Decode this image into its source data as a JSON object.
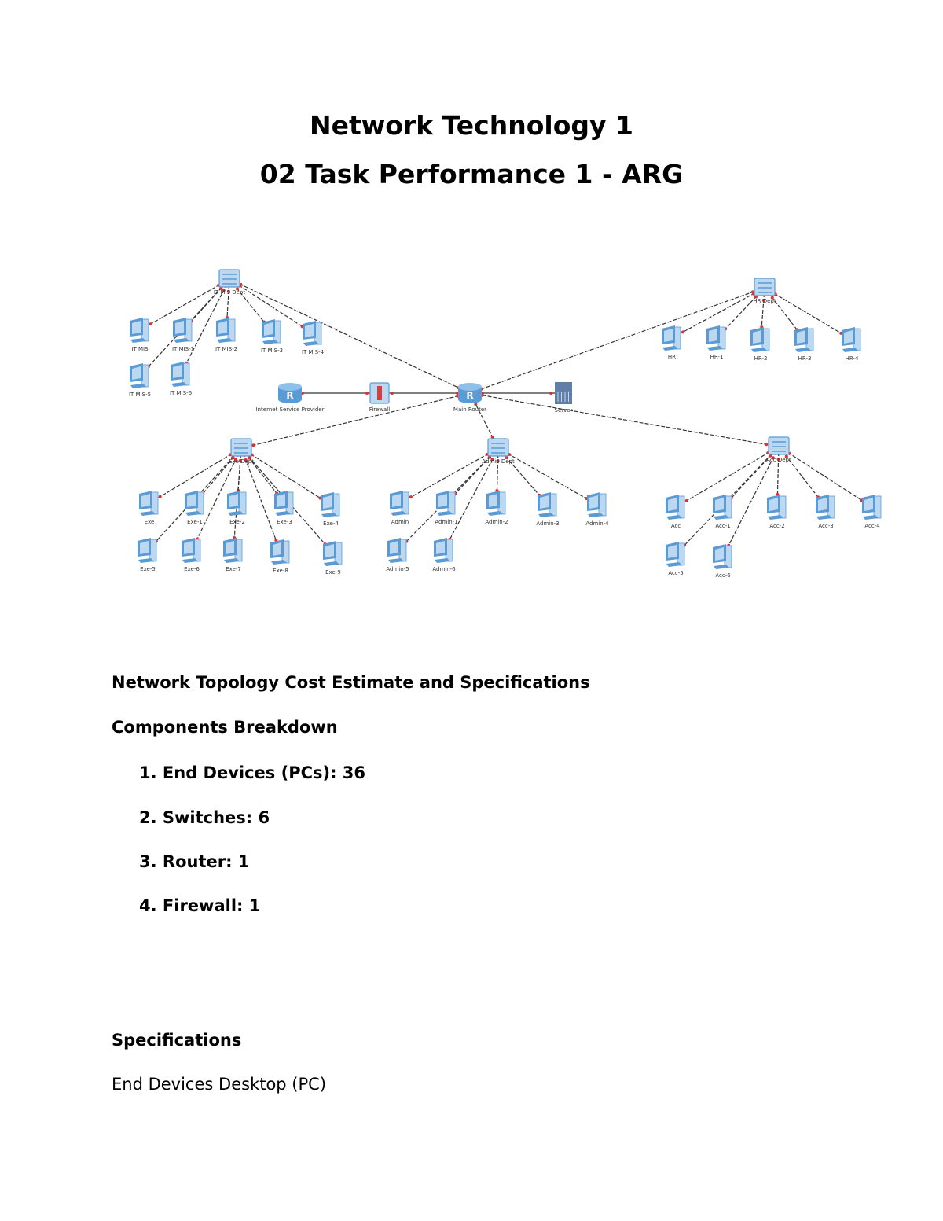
{
  "document": {
    "title": "Network Technology 1",
    "subtitle": "02 Task Performance 1 - ARG",
    "section_heading": "Network Topology Cost Estimate and Specifications",
    "components_heading": "Components Breakdown",
    "components": [
      "1. End Devices (PCs): 36",
      "2. Switches: 6",
      "3. Router: 1",
      "4. Firewall: 1"
    ],
    "specifications_heading": "Specifications",
    "specifications_subheading": "End Devices Desktop (PC)"
  },
  "diagram": {
    "core": {
      "router": "Main Router",
      "isp": "Internet Service Provider",
      "firewall": "Firewall",
      "server": "Server"
    },
    "departments": [
      {
        "switch": "IT MIS Dept",
        "pcs": [
          "IT MIS",
          "IT MIS-1",
          "IT MIS-2",
          "IT MIS-3",
          "IT MIS-4",
          "IT MIS-5",
          "IT MIS-6"
        ]
      },
      {
        "switch": "HR Dept",
        "pcs": [
          "HR",
          "HR-1",
          "HR-2",
          "HR-3",
          "HR-4"
        ]
      },
      {
        "switch": "Exe Dept",
        "pcs": [
          "Exe",
          "Exe-1",
          "Exe-2",
          "Exe-3",
          "Exe-4",
          "Exe-5",
          "Exe-6",
          "Exe-7",
          "Exe-8",
          "Exe-9"
        ]
      },
      {
        "switch": "Admin Dept",
        "pcs": [
          "Admin",
          "Admin-1",
          "Admin-2",
          "Admin-3",
          "Admin-4",
          "Admin-5",
          "Admin-6"
        ]
      },
      {
        "switch": "Acc Dept",
        "pcs": [
          "Acc",
          "Acc-1",
          "Acc-2",
          "Acc-3",
          "Acc-4",
          "Acc-5",
          "Acc-6"
        ]
      }
    ],
    "colors": {
      "device": "#5b9bd5",
      "device_light": "#bcd8f0",
      "link": "#333333",
      "port": "#e03030"
    }
  }
}
